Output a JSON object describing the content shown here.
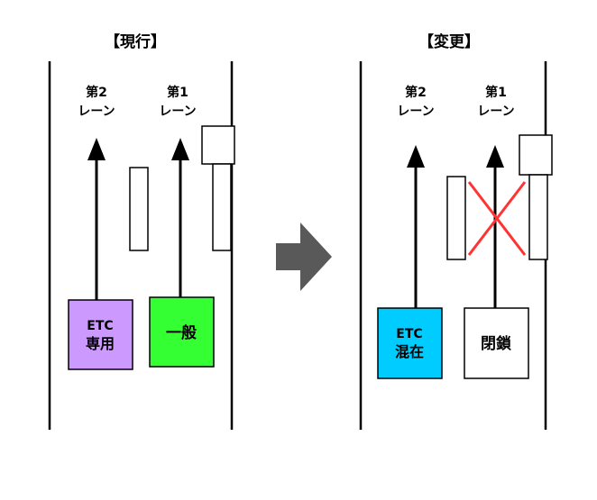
{
  "current": {
    "title": "【現行】",
    "lane2_label": [
      "第2",
      "レーン"
    ],
    "lane1_label": [
      "第1",
      "レーン"
    ],
    "lane2_booth": [
      "ETC",
      "専用"
    ],
    "lane1_booth": "一般",
    "lane2_booth_color": "#cc99ff",
    "lane1_booth_color": "#33ff33"
  },
  "changed": {
    "title": "【変更】",
    "lane2_label": [
      "第2",
      "レーン"
    ],
    "lane1_label": [
      "第1",
      "レーン"
    ],
    "lane2_booth": [
      "ETC",
      "混在"
    ],
    "lane1_booth": "閉鎖",
    "lane2_booth_color": "#00ccff",
    "lane1_booth_text_color": "#ff0000",
    "closed_mark_color": "#ff3333"
  },
  "transition_arrow_color": "#595959"
}
